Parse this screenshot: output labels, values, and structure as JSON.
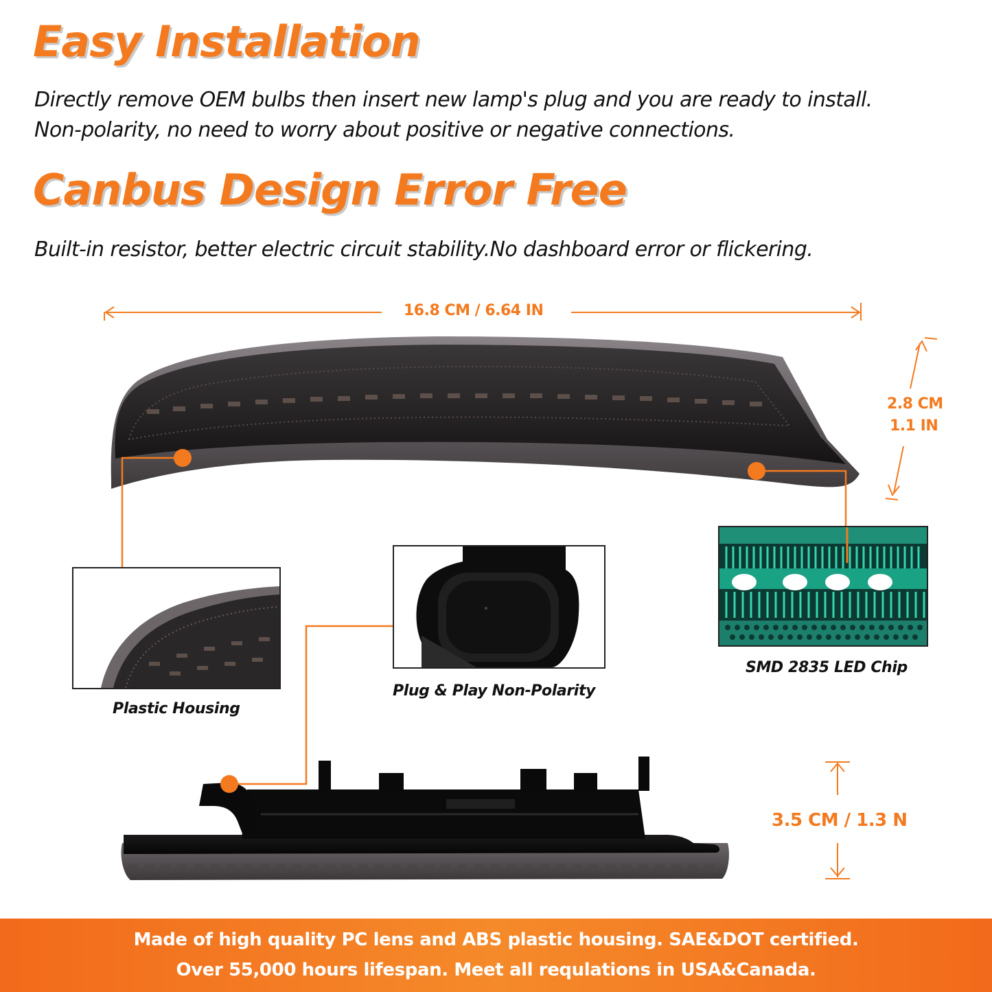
{
  "section1": {
    "title": "Easy Installation",
    "line1": "Directly remove OEM bulbs then insert new lamp's plug and you are ready to install.",
    "line2": "Non-polarity, no need to worry about positive or negative connections."
  },
  "section2": {
    "title": "Canbus Design Error Free",
    "line1": "Built-in resistor, better electric circuit stability.No dashboard error or flickering."
  },
  "dimensions": {
    "length": "16.8 CM / 6.64 IN",
    "height_cm": "2.8 CM",
    "height_in": "1.1 IN",
    "depth": "3.5 CM / 1.3 N"
  },
  "callouts": {
    "housing": "Plastic Housing",
    "plug": "Plug & Play Non-Polarity",
    "chip": "SMD 2835 LED Chip"
  },
  "footer": {
    "line1": "Made of high quality PC lens and ABS plastic housing. SAE&DOT certified.",
    "line2": "Over 55,000 hours lifespan. Meet all requlations in USA&Canada."
  },
  "colors": {
    "accent": "#f47a1f",
    "text": "#111111",
    "lens": "#2e2b2c",
    "led": "#25d6a8"
  }
}
